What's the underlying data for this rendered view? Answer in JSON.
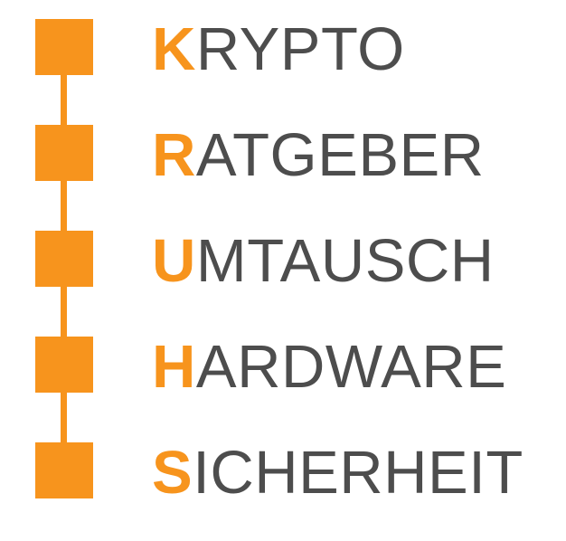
{
  "colors": {
    "accent": "#F7941D",
    "text": "#4D4D4D"
  },
  "acronym": [
    {
      "initial": "K",
      "rest": "RYPTO"
    },
    {
      "initial": "R",
      "rest": "ATGEBER"
    },
    {
      "initial": "U",
      "rest": "MTAUSCH"
    },
    {
      "initial": "H",
      "rest": "ARDWARE"
    },
    {
      "initial": "S",
      "rest": "ICHERHEIT"
    }
  ]
}
